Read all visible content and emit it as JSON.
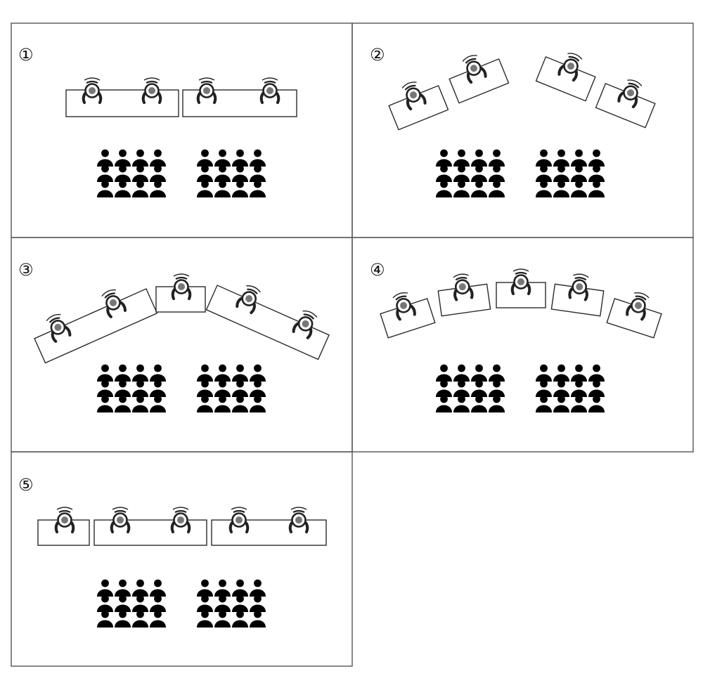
{
  "panels": [
    {
      "number": "①",
      "speaker_desks": 2,
      "speakers": 4,
      "audience_blocks": 2
    },
    {
      "number": "②",
      "speaker_desks": 4,
      "speakers": 4,
      "audience_blocks": 2
    },
    {
      "number": "③",
      "speaker_desks": 3,
      "speakers": 5,
      "audience_blocks": 2
    },
    {
      "number": "④",
      "speaker_desks": 5,
      "speakers": 5,
      "audience_blocks": 2
    },
    {
      "number": "⑤",
      "speaker_desks": 3,
      "speakers": 5,
      "audience_blocks": 2
    }
  ],
  "audience_block": {
    "rows": 3,
    "columns": 4
  },
  "icons": {
    "speaker": "seated-speaker-icon",
    "audience_member": "audience-person-icon"
  },
  "colors": {
    "line": "#222222",
    "speaker_head": "#777777",
    "background": "#ffffff"
  }
}
